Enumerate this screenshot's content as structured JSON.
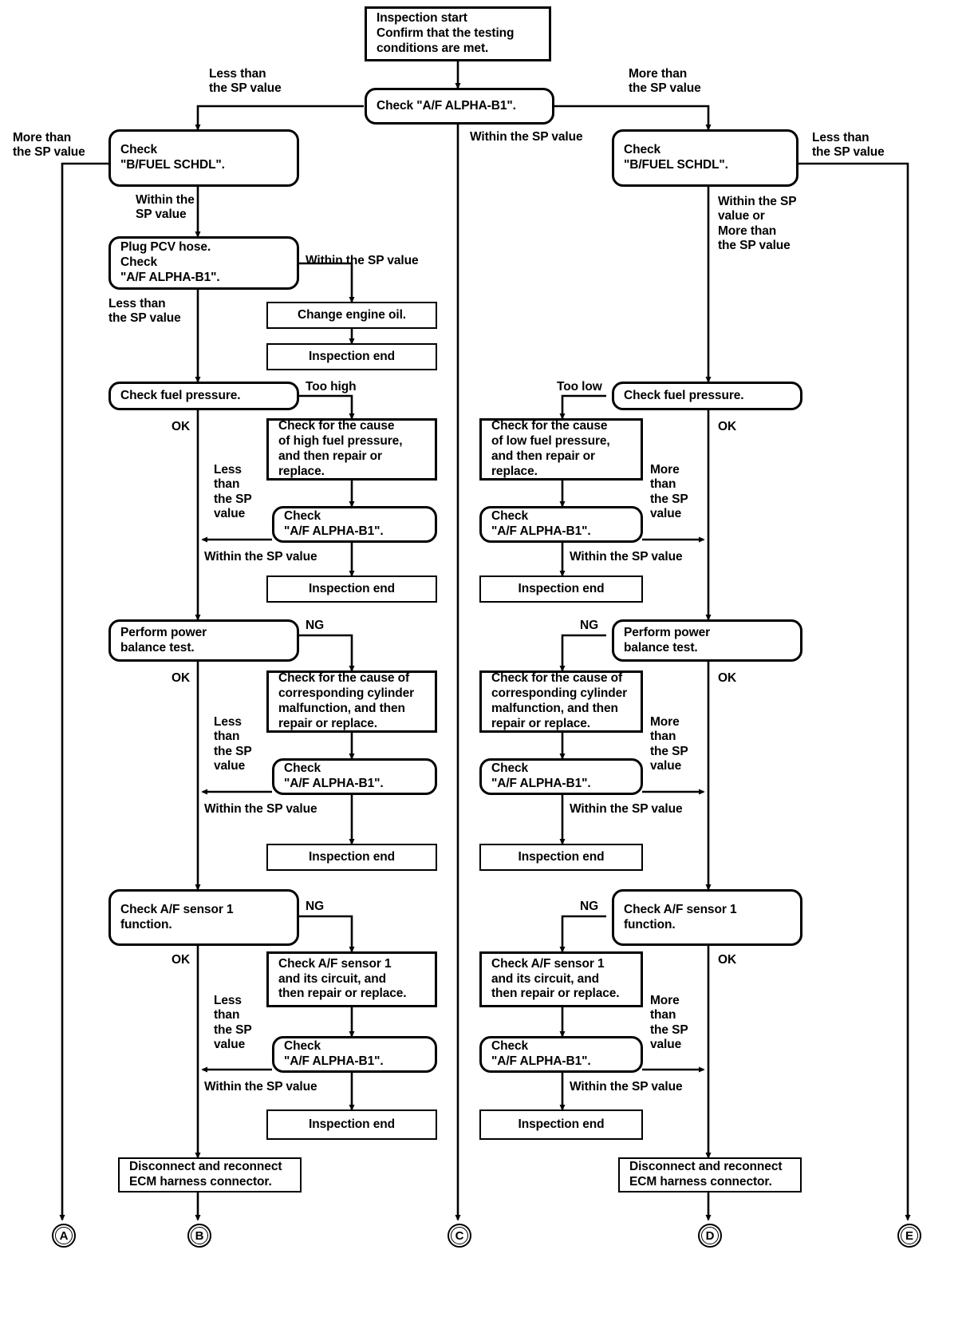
{
  "diagram": {
    "title": "A/F ALPHA-B1 diagnostic flow chart",
    "ink_color": "#000000",
    "background": "#ffffff"
  },
  "nodes": {
    "start": "Inspection start\nConfirm that the testing\nconditions are met.",
    "check_af_top": "Check \"A/F ALPHA-B1\".",
    "bfuel_left": "Check\n\"B/FUEL SCHDL\".",
    "bfuel_right": "Check\n\"B/FUEL SCHDL\".",
    "plug_pcv": "Plug PCV hose.\nCheck\n\"A/F ALPHA-B1\".",
    "change_oil": "Change engine oil.",
    "insp_end_1": "Inspection end",
    "fuel_press_left": "Check fuel pressure.",
    "fuel_press_right": "Check fuel pressure.",
    "cause_high_press": "Check for the cause\nof high fuel pressure,\nand then repair or\nreplace.",
    "cause_low_press": "Check for the cause\nof low fuel pressure,\nand then repair or\nreplace.",
    "check_af_2L": "Check\n\"A/F ALPHA-B1\".",
    "check_af_2R": "Check\n\"A/F ALPHA-B1\".",
    "insp_end_2L": "Inspection end",
    "insp_end_2R": "Inspection end",
    "power_bal_left": "Perform power\nbalance test.",
    "power_bal_right": "Perform power\nbalance test.",
    "cylinder_left": "Check for the cause of\ncorresponding cylinder\nmalfunction, and then\nrepair or replace.",
    "cylinder_right": "Check for the cause of\ncorresponding cylinder\nmalfunction, and then\nrepair or replace.",
    "check_af_3L": "Check\n\"A/F ALPHA-B1\".",
    "check_af_3R": "Check\n\"A/F ALPHA-B1\".",
    "insp_end_3L": "Inspection end",
    "insp_end_3R": "Inspection end",
    "af_sensor_left": "Check A/F sensor 1\nfunction.",
    "af_sensor_right": "Check A/F sensor 1\nfunction.",
    "af_circuit_left": "Check A/F sensor 1\nand its circuit, and\nthen repair or replace.",
    "af_circuit_right": "Check A/F sensor 1\nand its circuit, and\nthen repair or replace.",
    "check_af_4L": "Check\n\"A/F ALPHA-B1\".",
    "check_af_4R": "Check\n\"A/F ALPHA-B1\".",
    "insp_end_4L": "Inspection end",
    "insp_end_4R": "Inspection end",
    "ecm_left": "Disconnect and reconnect\nECM harness connector.",
    "ecm_right": "Disconnect and reconnect\nECM harness connector."
  },
  "labels": {
    "less_than_top_left": "Less than\nthe SP value",
    "more_than_top_right": "More than\nthe SP value",
    "more_than_far_left": "More than\nthe SP value",
    "less_than_far_right": "Less than\nthe SP value",
    "within_sp_center": "Within the SP value",
    "within_the_sp_value_L1": "Within the\nSP value",
    "within_sp_or_more_R1": "Within the SP\nvalue or\nMore than\nthe SP value",
    "within_sp_value_pcv": "Within the SP value",
    "less_than_pcv": "Less than\nthe SP value",
    "too_high": "Too high",
    "too_low": "Too low",
    "ok_fp_left": "OK",
    "ok_fp_right": "OK",
    "less_than_narrow_2L": "Less\nthan\nthe SP\nvalue",
    "more_than_narrow_2R": "More\nthan\nthe SP\nvalue",
    "within_sp_2L": "Within the SP value",
    "within_sp_2R": "Within the SP value",
    "ng_pb_left": "NG",
    "ng_pb_right": "NG",
    "ok_pb_left": "OK",
    "ok_pb_right": "OK",
    "less_than_narrow_3L": "Less\nthan\nthe SP\nvalue",
    "more_than_narrow_3R": "More\nthan\nthe SP\nvalue",
    "within_sp_3L": "Within the SP value",
    "within_sp_3R": "Within the SP value",
    "ng_af_left": "NG",
    "ng_af_right": "NG",
    "ok_af_left": "OK",
    "ok_af_right": "OK",
    "less_than_narrow_4L": "Less\nthan\nthe SP\nvalue",
    "more_than_narrow_4R": "More\nthan\nthe SP\nvalue",
    "within_sp_4L": "Within the SP value",
    "within_sp_4R": "Within the SP value"
  },
  "connectors": [
    {
      "id": "A",
      "letter": "A"
    },
    {
      "id": "B",
      "letter": "B"
    },
    {
      "id": "C",
      "letter": "C"
    },
    {
      "id": "D",
      "letter": "D"
    },
    {
      "id": "E",
      "letter": "E"
    }
  ]
}
